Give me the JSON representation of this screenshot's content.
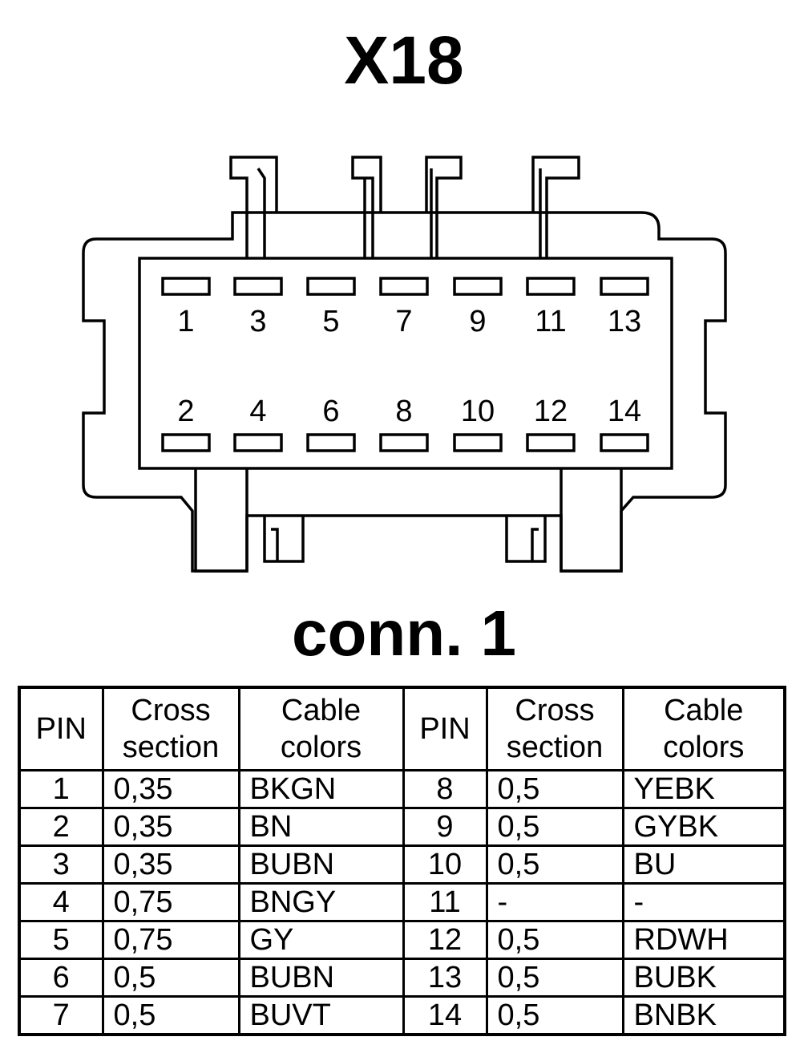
{
  "title": "X18",
  "subtitle": "conn. 1",
  "pins": {
    "top_row": [
      "1",
      "3",
      "5",
      "7",
      "9",
      "11",
      "13"
    ],
    "bottom_row": [
      "2",
      "4",
      "6",
      "8",
      "10",
      "12",
      "14"
    ]
  },
  "table": {
    "headers": {
      "pin": "PIN",
      "cross_1": "Cross",
      "cross_2": "section",
      "cable_1": "Cable",
      "cable_2": "colors"
    },
    "rows": [
      {
        "pin_a": "1",
        "cs_a": "0,35",
        "color_a": "BKGN",
        "pin_b": "8",
        "cs_b": "0,5",
        "color_b": "YEBK"
      },
      {
        "pin_a": "2",
        "cs_a": "0,35",
        "color_a": "BN",
        "pin_b": "9",
        "cs_b": "0,5",
        "color_b": "GYBK"
      },
      {
        "pin_a": "3",
        "cs_a": "0,35",
        "color_a": "BUBN",
        "pin_b": "10",
        "cs_b": "0,5",
        "color_b": "BU"
      },
      {
        "pin_a": "4",
        "cs_a": "0,75",
        "color_a": "BNGY",
        "pin_b": "11",
        "cs_b": "-",
        "color_b": "-"
      },
      {
        "pin_a": "5",
        "cs_a": "0,75",
        "color_a": "GY",
        "pin_b": "12",
        "cs_b": "0,5",
        "color_b": "RDWH"
      },
      {
        "pin_a": "6",
        "cs_a": "0,5",
        "color_a": "BUBN",
        "pin_b": "13",
        "cs_b": "0,5",
        "color_b": "BUBK"
      },
      {
        "pin_a": "7",
        "cs_a": "0,5",
        "color_a": "BUVT",
        "pin_b": "14",
        "cs_b": "0,5",
        "color_b": "BNBK"
      }
    ]
  }
}
